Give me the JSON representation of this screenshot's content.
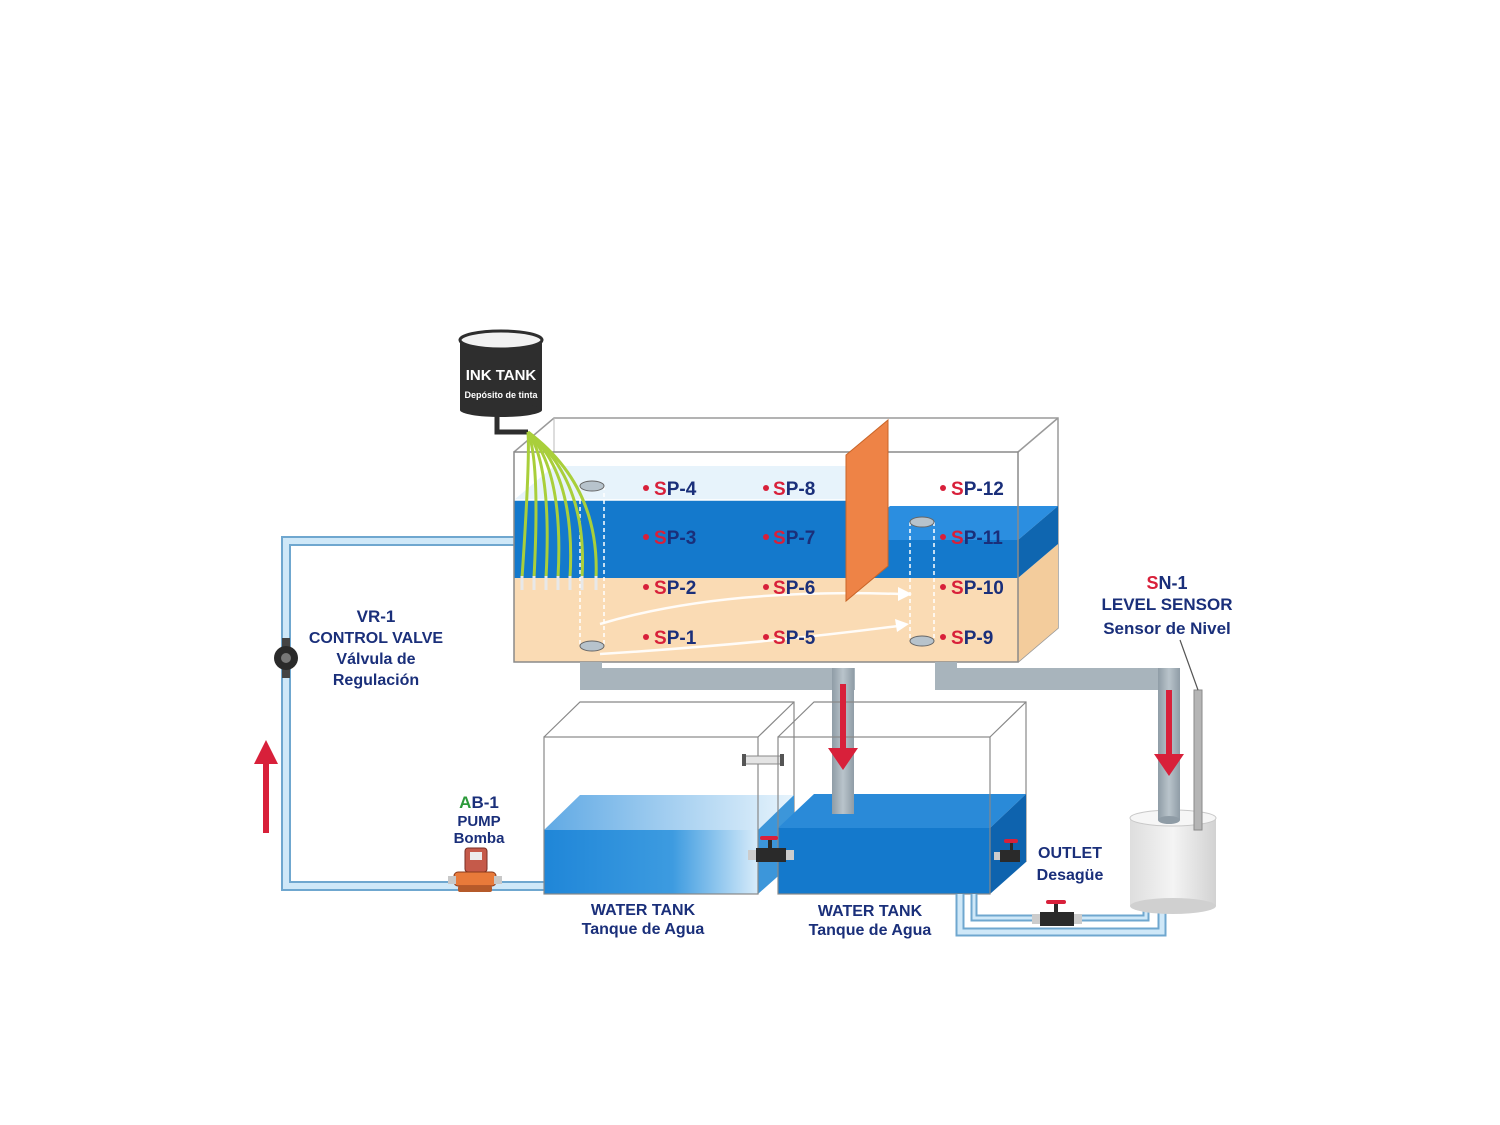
{
  "colors": {
    "label_navy": "#1a2f7a",
    "accent_red": "#d8203a",
    "accent_green": "#2c9a3a",
    "water_blue": "#1479cc",
    "sand": "#fadbb4",
    "pipe_grey": "#a8b4bc",
    "pipe_lightblue": "#cfe8f8",
    "baffle_orange": "#ee8346",
    "dye_green": "#a9cf3a",
    "ink_black": "#2e2e2e"
  },
  "ink_tank": {
    "title": "INK TANK",
    "subtitle": "Depósito de tinta"
  },
  "probes": [
    {
      "prefix": "S",
      "rest": "P-1"
    },
    {
      "prefix": "S",
      "rest": "P-2"
    },
    {
      "prefix": "S",
      "rest": "P-3"
    },
    {
      "prefix": "S",
      "rest": "P-4"
    },
    {
      "prefix": "S",
      "rest": "P-5"
    },
    {
      "prefix": "S",
      "rest": "P-6"
    },
    {
      "prefix": "S",
      "rest": "P-7"
    },
    {
      "prefix": "S",
      "rest": "P-8"
    },
    {
      "prefix": "S",
      "rest": "P-9"
    },
    {
      "prefix": "S",
      "rest": "P-10"
    },
    {
      "prefix": "S",
      "rest": "P-11"
    },
    {
      "prefix": "S",
      "rest": "P-12"
    }
  ],
  "control_valve": {
    "code": "VR-1",
    "name": "CONTROL VALVE",
    "es_line1": "Válvula de",
    "es_line2": "Regulación"
  },
  "pump": {
    "code_prefix": "A",
    "code_rest": "B-1",
    "name": "PUMP",
    "es": "Bomba"
  },
  "level_sensor": {
    "code_prefix": "S",
    "code_rest": "N-1",
    "name": "LEVEL SENSOR",
    "es": "Sensor de Nivel"
  },
  "water_tank_left": {
    "name": "WATER TANK",
    "es": "Tanque de Agua"
  },
  "water_tank_right": {
    "name": "WATER TANK",
    "es": "Tanque de Agua"
  },
  "outlet": {
    "name": "OUTLET",
    "es": "Desagüe"
  },
  "icons": [
    "flow-arrow-icon",
    "valve-icon",
    "pump-icon",
    "ball-valve-icon"
  ]
}
